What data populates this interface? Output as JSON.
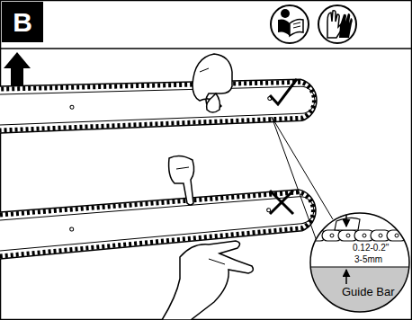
{
  "diagram": {
    "nodes": [
      {
        "text": [
          "B"
        ]
      }
    ],
    "labels": [
      "0.12-0.2\"",
      "3-5mm",
      "Guide Bar"
    ]
  }
}
